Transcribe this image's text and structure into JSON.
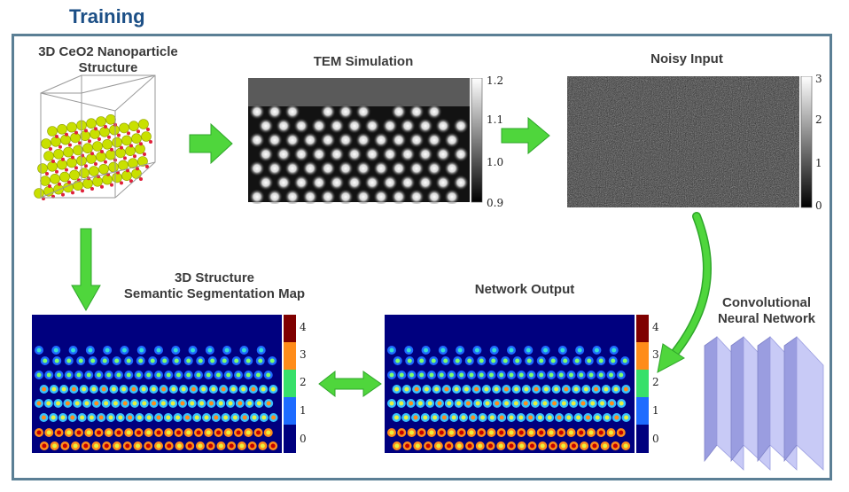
{
  "title": "Training",
  "labels": {
    "nanoparticle_line1": "3D CeO2 Nanoparticle",
    "nanoparticle_line2": "Structure",
    "tem": "TEM Simulation",
    "noisy": "Noisy Input",
    "seg_line1": "3D Structure",
    "seg_line2": "Semantic Segmentation Map",
    "network_output": "Network Output",
    "cnn_line1": "Convolutional",
    "cnn_line2": "Neural Network"
  },
  "tem_colorbar": [
    "1.2",
    "1.1",
    "1.0",
    "0.9"
  ],
  "noisy_colorbar": [
    "3",
    "2",
    "1",
    "0"
  ],
  "seg_colorbar": [
    "4",
    "3",
    "2",
    "1",
    "0"
  ],
  "output_colorbar": [
    "4",
    "3",
    "2",
    "1",
    "0"
  ],
  "colors": {
    "title": "#1c4f86",
    "frame": "#5b7f95",
    "arrow": "#4fd63c",
    "seg_background": "#00007f",
    "class_0": "#00007f",
    "class_1": "#1e6bff",
    "class_2": "#37e06a",
    "class_3": "#ff8c1a",
    "class_4": "#7f0000",
    "cnn_layer": "#b6b8f0"
  }
}
